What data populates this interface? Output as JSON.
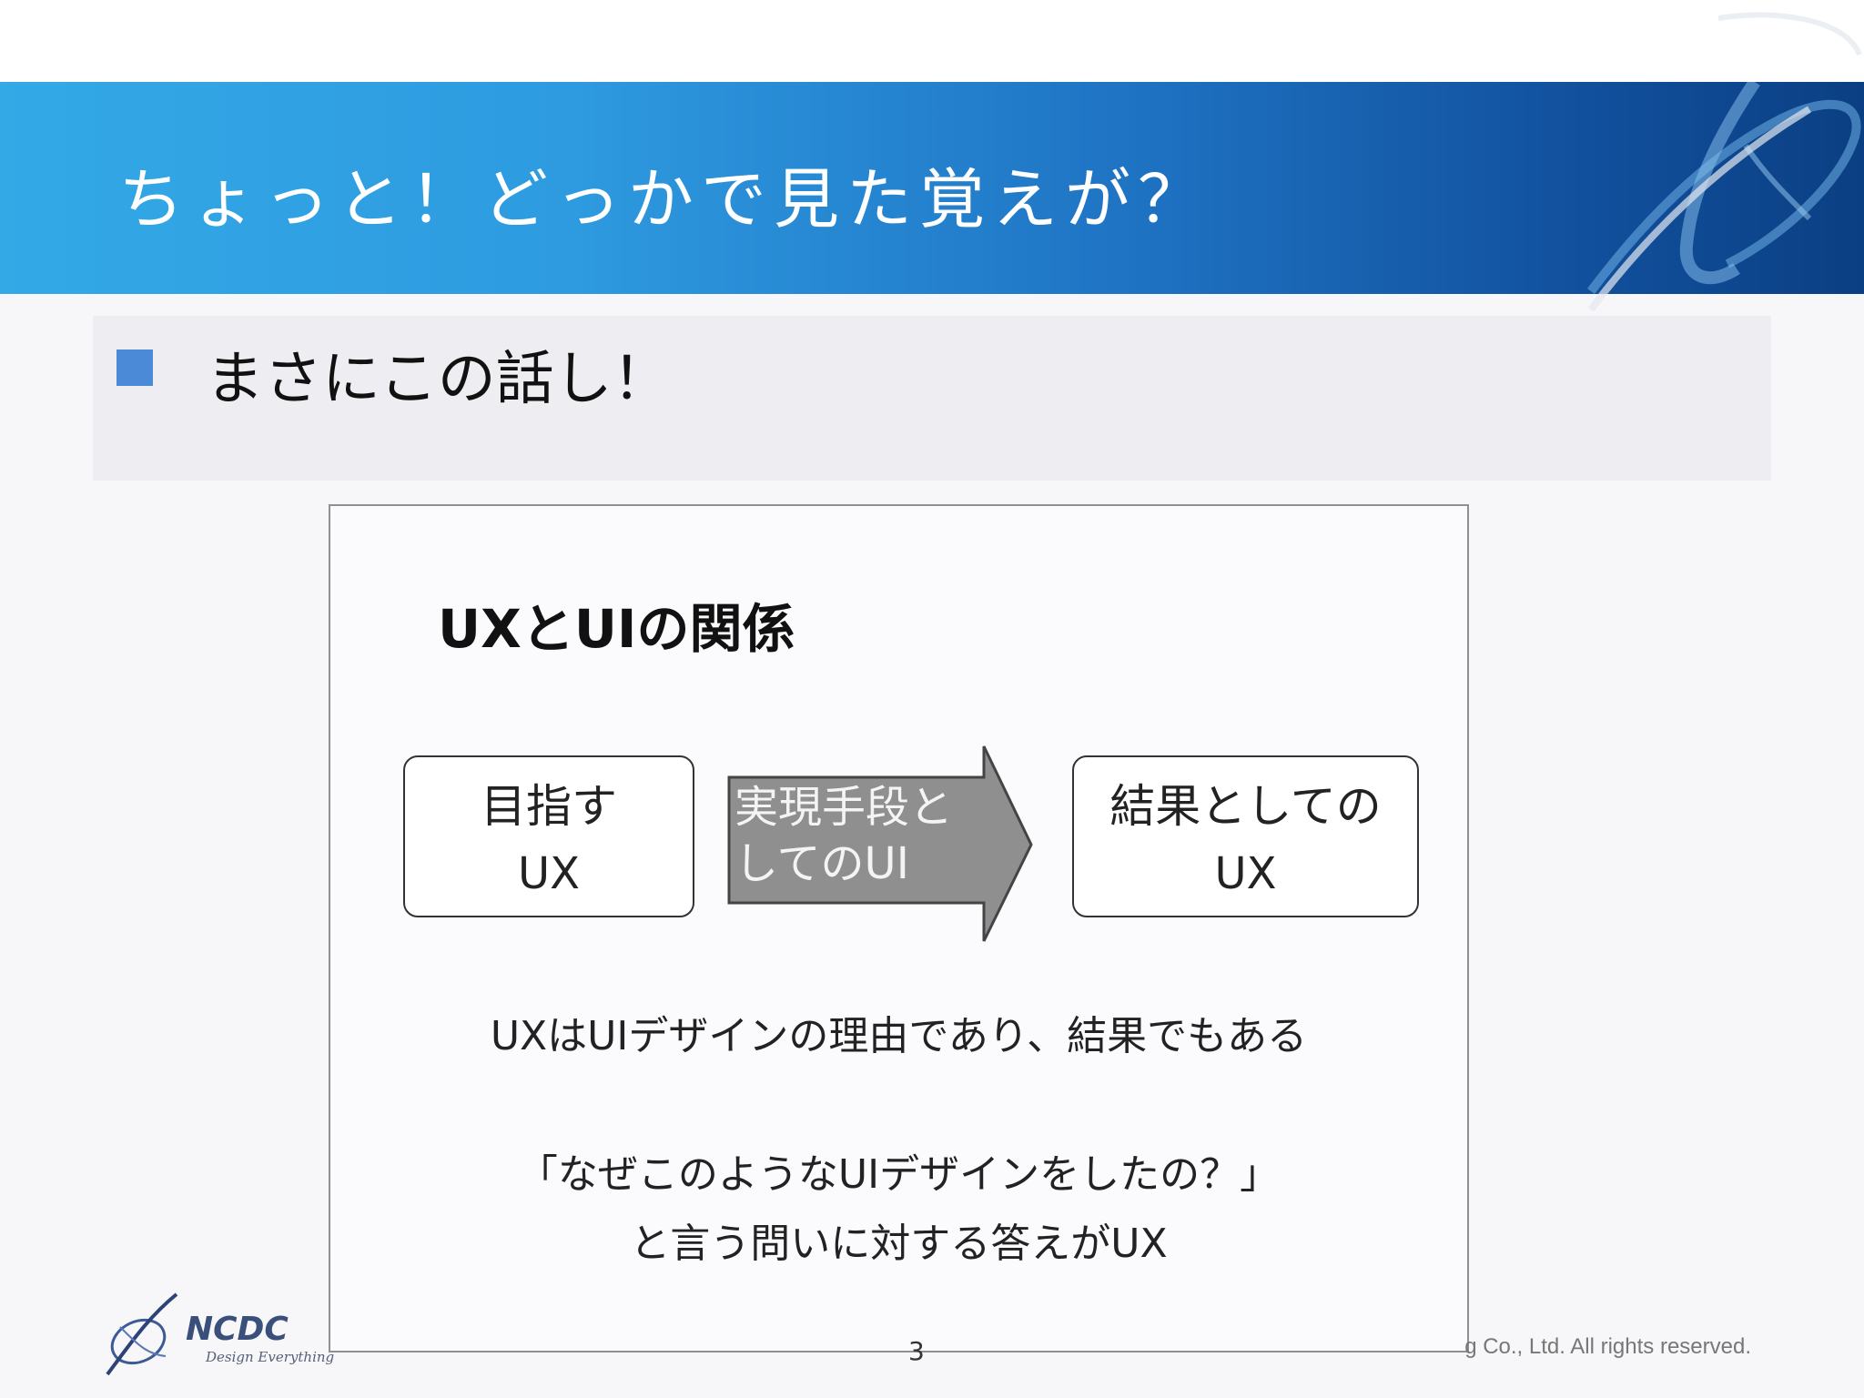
{
  "slide": {
    "title": "ちょっと！どっかで見た覚えが？",
    "bullet": "まさにこの話し！"
  },
  "embedded_slide": {
    "title": "UXとUIの関係",
    "left_box": {
      "line1": "目指す",
      "line2": "UX"
    },
    "arrow": {
      "line1": "実現手段と",
      "line2": "してのUI"
    },
    "right_box": {
      "line1": "結果としての",
      "line2": "UX"
    },
    "caption_1": "UXはUIデザインの理由であり、結果でもある",
    "caption_2": "「なぜこのようなUIデザインをしたの？」",
    "caption_3": "と言う問いに対する答えがUX"
  },
  "footer": {
    "logo_name": "NCDC",
    "logo_tagline": "Design Everything",
    "page_number": "3",
    "copyright": "g Co., Ltd. All rights reserved."
  },
  "colors": {
    "title_band_light": "#33a9e6",
    "title_band_dark": "#0b3f83",
    "bullet_square": "#4a8ad6",
    "arrow_fill": "#8f8f8f"
  }
}
